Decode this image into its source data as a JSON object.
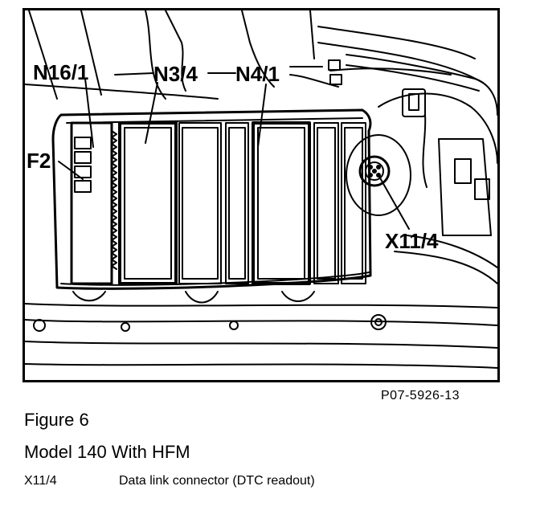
{
  "diagram": {
    "labels": {
      "n16_1": "N16/1",
      "n3_4": "N3/4",
      "n4_1": "N4/1",
      "f2": "F2",
      "x11_4": "X11/4"
    }
  },
  "figure_id": "P07-5926-13",
  "caption": {
    "figure": "Figure 6",
    "model": "Model 140 With HFM"
  },
  "legend": [
    {
      "key": "X11/4",
      "description": "Data link connector (DTC readout)"
    }
  ]
}
